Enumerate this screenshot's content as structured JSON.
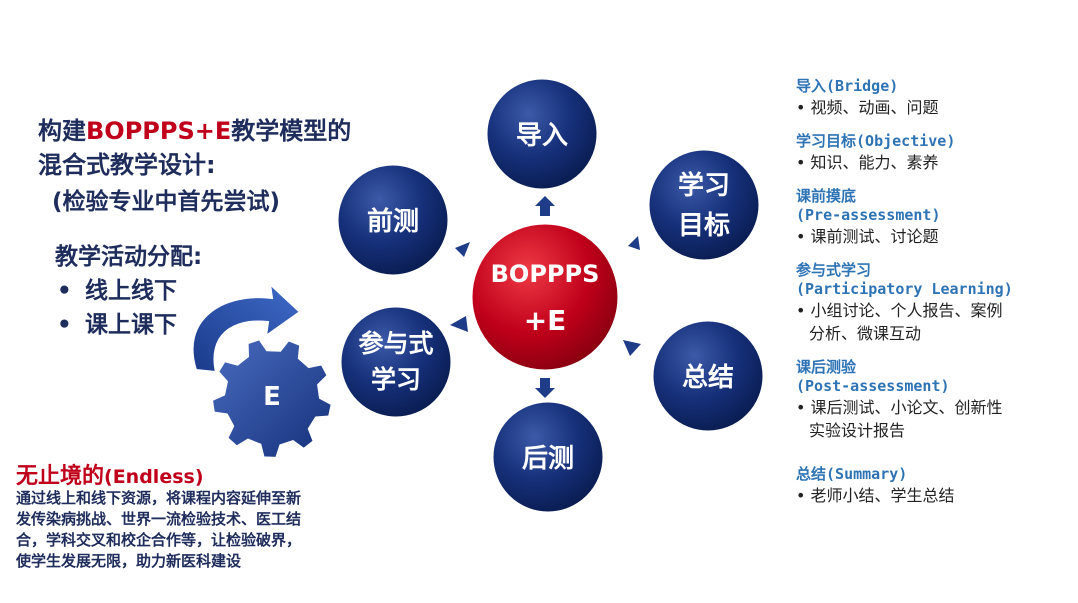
{
  "left": {
    "title_part1": "构建",
    "title_red": "BOPPPS+E",
    "title_part2": "教学模型的",
    "title_line2": "混合式教学设计:",
    "subtitle": "(检验专业中首先尝试)",
    "alloc_title": "教学活动分配:",
    "alloc_items": [
      "线上线下",
      "课上课下"
    ],
    "bullet": "•"
  },
  "endless": {
    "title": "无止境的",
    "title_en": "(Endless)",
    "lines": [
      "通过线上和线下资源，将课程内容延伸至新",
      "发传染病挑战、世界一流检验技术、医工结",
      "合，学科交叉和校企合作等，让检验破界，",
      "使学生发展无限，助力新医科建设"
    ]
  },
  "diagram": {
    "center_line1": "BOPPPS",
    "center_line2": "+E",
    "gear_label": "E",
    "nodes": {
      "bridge": "导入",
      "objective_line1": "学习",
      "objective_line2": "目标",
      "summary": "总结",
      "post": "后测",
      "participatory_line1": "参与式",
      "participatory_line2": "学习",
      "pre": "前测"
    },
    "colors": {
      "node": "#0f2a6b",
      "center": "#c0001a",
      "arrow": "#1f3c88",
      "accent": "#2e74b5"
    }
  },
  "legend": [
    {
      "head": "导入",
      "en": "(Bridge)",
      "sub": "",
      "body": [
        "视频、动画、问题"
      ]
    },
    {
      "head": "学习目标",
      "en": "(Objective)",
      "sub": "",
      "body": [
        "知识、能力、素养"
      ]
    },
    {
      "head": "课前摸底",
      "en": "",
      "sub": "(Pre-assessment)",
      "body": [
        "课前测试、讨论题"
      ]
    },
    {
      "head": "参与式学习",
      "en": "",
      "sub": "(Participatory Learning)",
      "body": [
        "小组讨论、个人报告、案例",
        "分析、微课互动"
      ]
    },
    {
      "head": "课后测验",
      "en": "",
      "sub": "(Post-assessment)",
      "body": [
        "课后测试、小论文、创新性",
        "实验设计报告"
      ]
    },
    {
      "head": "总结",
      "en": "(Summary)",
      "sub": "",
      "body": [
        "老师小结、学生总结"
      ]
    }
  ]
}
